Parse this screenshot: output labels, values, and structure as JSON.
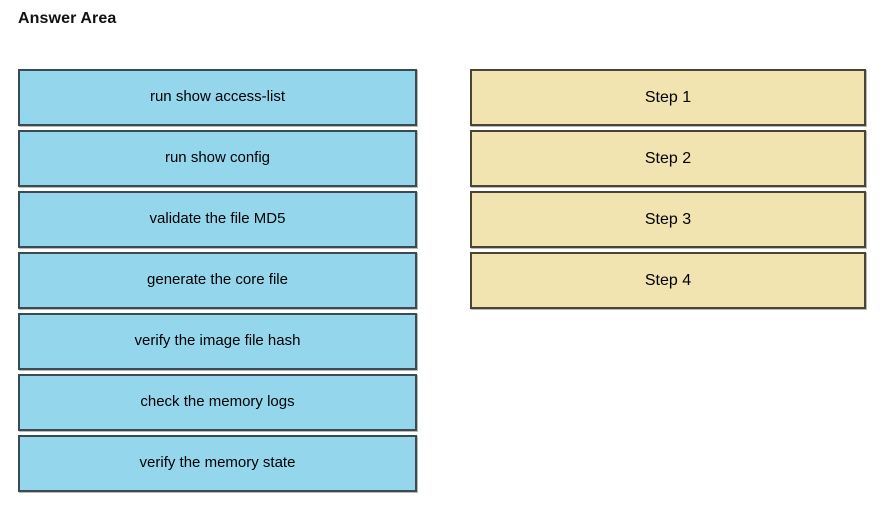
{
  "page": {
    "title": "Answer Area",
    "background_color": "#ffffff"
  },
  "colors": {
    "option_fill": "#94d7ec",
    "option_border": "#3c4a52",
    "step_fill": "#f1e4b0",
    "step_border": "#4a4433",
    "text": "#000000",
    "title_text": "#111111"
  },
  "options": {
    "items": [
      {
        "label": "run show access-list"
      },
      {
        "label": "run show config"
      },
      {
        "label": "validate the file MD5"
      },
      {
        "label": "generate the core file"
      },
      {
        "label": "verify the image file hash"
      },
      {
        "label": "check the memory logs"
      },
      {
        "label": "verify the memory state"
      }
    ]
  },
  "steps": {
    "items": [
      {
        "label": "Step 1"
      },
      {
        "label": "Step 2"
      },
      {
        "label": "Step 3"
      },
      {
        "label": "Step 4"
      }
    ]
  }
}
